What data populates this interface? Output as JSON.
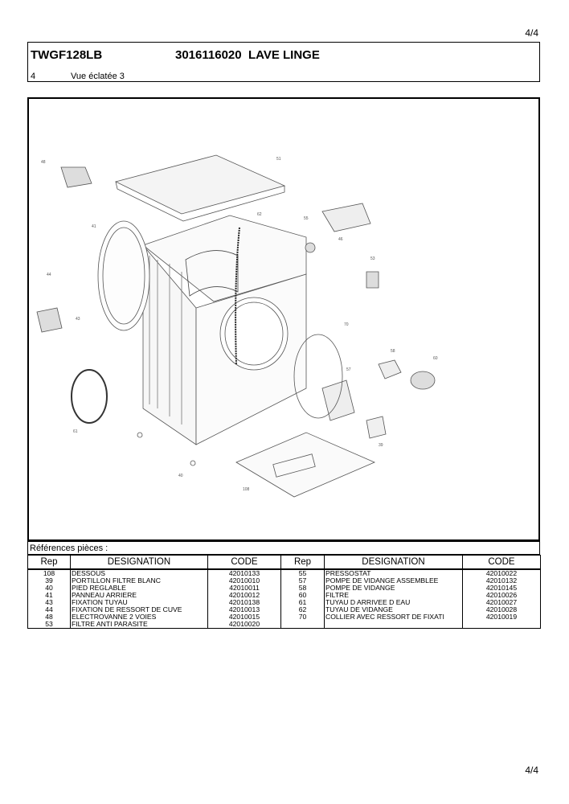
{
  "page_number": "4/4",
  "header": {
    "model": "TWGF128LB",
    "code": "3016116020",
    "product": "LAVE LINGE",
    "view_number": "4",
    "view_name": "Vue éclatée 3"
  },
  "diagram_labels": [
    "48",
    "51",
    "41",
    "62",
    "55",
    "46",
    "44",
    "53",
    "43",
    "70",
    "58",
    "60",
    "57",
    "61",
    "39",
    "40",
    "108"
  ],
  "refs_title": "Références pièces  :",
  "table": {
    "headers": [
      "Rep",
      "DESIGNATION",
      "CODE",
      "Rep",
      "DESIGNATION",
      "CODE"
    ],
    "rows": [
      [
        "108",
        "DESSOUS",
        "42010133",
        "55",
        "PRESSOSTAT",
        "42010022"
      ],
      [
        "39",
        "PORTILLON FILTRE BLANC",
        "42010010",
        "57",
        "POMPE DE VIDANGE ASSEMBLEE",
        "42010132"
      ],
      [
        "40",
        "PIED REGLABLE",
        "42010011",
        "58",
        "POMPE DE VIDANGE",
        "42010145"
      ],
      [
        "41",
        "PANNEAU ARRIERE",
        "42010012",
        "60",
        "FILTRE",
        "42010026"
      ],
      [
        "43",
        "FIXATION TUYAU",
        "42010138",
        "61",
        "TUYAU D ARRIVEE D EAU",
        "42010027"
      ],
      [
        "44",
        "FIXATION DE RESSORT DE CUVE",
        "42010013",
        "62",
        "TUYAU DE VIDANGE",
        "42010028"
      ],
      [
        "48",
        "ELECTROVANNE 2 VOIES",
        "42010015",
        "70",
        "COLLIER AVEC RESSORT DE FIXATI",
        "42010019"
      ],
      [
        "53",
        "FILTRE ANTI PARASITE",
        "42010020",
        "",
        "",
        ""
      ]
    ]
  }
}
